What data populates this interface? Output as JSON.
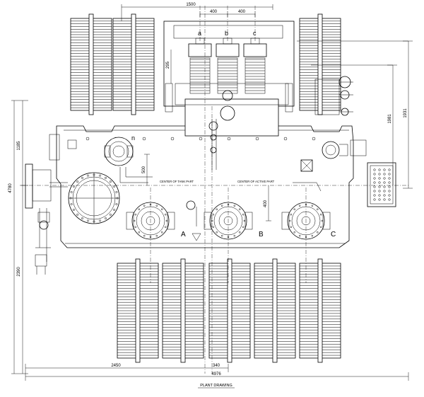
{
  "drawing": {
    "title": "PLANT DRAWING",
    "dims": {
      "top_1500": "1500",
      "top_400a": "400",
      "top_400b": "400",
      "left_1185": "1185",
      "left_4780": "4780",
      "left_2390": "2390",
      "right_1931": "1931",
      "right_1981": "1981",
      "v_295": "295",
      "v_500": "500",
      "v_400": "400",
      "bottom_2450": "2450",
      "bottom_340": "340",
      "bottom_4976": "4976"
    },
    "labels": {
      "tank_center": "CENTER OF TANK PART",
      "active_center": "CENTER OF ACTIVE PART",
      "phase_a": "A",
      "phase_b": "B",
      "phase_c": "C",
      "small_a": "a",
      "small_b": "b",
      "small_c": "c",
      "small_n": "n"
    }
  }
}
